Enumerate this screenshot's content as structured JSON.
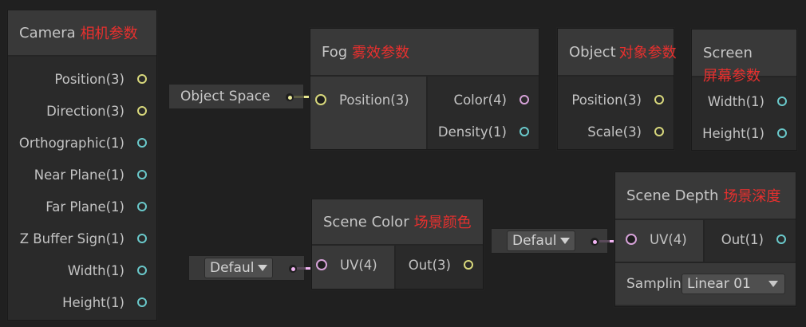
{
  "nodes": {
    "camera": {
      "title": "Camera",
      "title_cn": "相机参数",
      "outputs": [
        {
          "label": "Position(3)",
          "type": "yellow"
        },
        {
          "label": "Direction(3)",
          "type": "yellow"
        },
        {
          "label": "Orthographic(1)",
          "type": "cyan"
        },
        {
          "label": "Near Plane(1)",
          "type": "cyan"
        },
        {
          "label": "Far Plane(1)",
          "type": "cyan"
        },
        {
          "label": "Z Buffer Sign(1)",
          "type": "cyan"
        },
        {
          "label": "Width(1)",
          "type": "cyan"
        },
        {
          "label": "Height(1)",
          "type": "cyan"
        }
      ]
    },
    "object_space": {
      "label": "Object Space"
    },
    "fog": {
      "title": "Fog",
      "title_cn": "雾效参数",
      "inputs": [
        {
          "label": "Position(3)",
          "type": "yellow"
        }
      ],
      "outputs": [
        {
          "label": "Color(4)",
          "type": "pink"
        },
        {
          "label": "Density(1)",
          "type": "cyan"
        }
      ]
    },
    "object": {
      "title": "Object",
      "title_cn": "对象参数",
      "outputs": [
        {
          "label": "Position(3)",
          "type": "yellow"
        },
        {
          "label": "Scale(3)",
          "type": "yellow"
        }
      ]
    },
    "screen": {
      "title": "Screen",
      "title_cn": "屏幕参数",
      "outputs": [
        {
          "label": "Width(1)",
          "type": "cyan"
        },
        {
          "label": "Height(1)",
          "type": "cyan"
        }
      ]
    },
    "scene_color_uv": {
      "dropdown_value": "Defaul"
    },
    "scene_color": {
      "title": "Scene Color",
      "title_cn": "场景颜色",
      "inputs": [
        {
          "label": "UV(4)",
          "type": "pink"
        }
      ],
      "outputs": [
        {
          "label": "Out(3)",
          "type": "yellow"
        }
      ]
    },
    "scene_depth_uv": {
      "dropdown_value": "Defaul"
    },
    "scene_depth": {
      "title": "Scene Depth",
      "title_cn": "场景深度",
      "inputs": [
        {
          "label": "UV(4)",
          "type": "pink"
        }
      ],
      "outputs": [
        {
          "label": "Out(1)",
          "type": "cyan"
        }
      ],
      "sampling_label": "Samplin",
      "sampling_value": "Linear 01"
    }
  },
  "colors": {
    "background": "#202020",
    "node_body": "#2a2a2a",
    "node_header": "#393939",
    "annotation_red": "#e8302e",
    "port_vector3": "#d8d87c",
    "port_vector1": "#6ac9cb",
    "port_vector4": "#d6a2d8"
  }
}
